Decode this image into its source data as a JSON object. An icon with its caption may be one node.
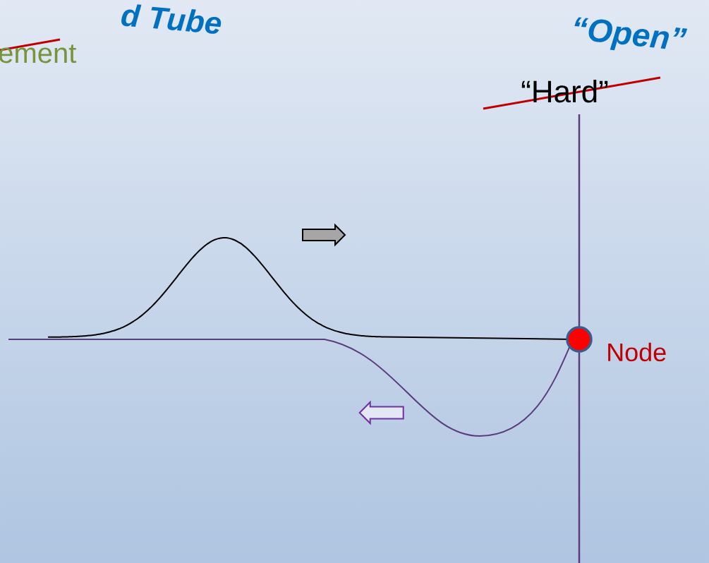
{
  "diagram": {
    "nodes": [
      {
        "text": [],
        "shape": "circle",
        "beside": [
          "Node"
        ]
      }
    ],
    "labels": [
      "d Tube",
      "ement",
      "“Open”",
      "“Hard”"
    ]
  }
}
